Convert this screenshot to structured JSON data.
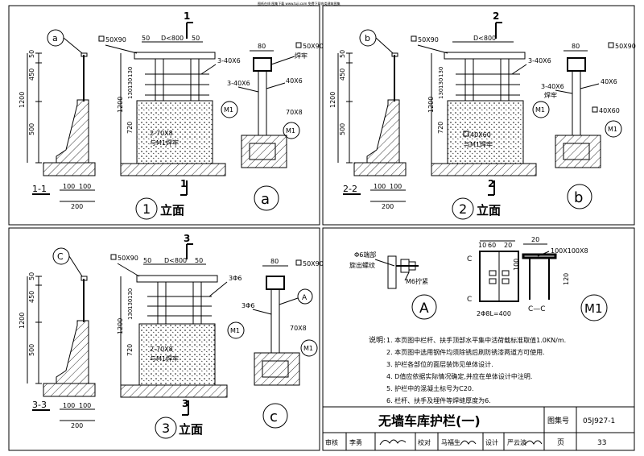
{
  "header_line": "图纸在线 图集下载 www.tuji.com 免费下载各类建筑图集",
  "panels": {
    "p1": {
      "view_label": "1",
      "elev_num": "1",
      "elev_text": "立面",
      "sec_label": "1-1",
      "detail_mark": "a",
      "callout": "a",
      "pipe_top": "50X90",
      "dim_top": [
        "50",
        "D<800",
        "50"
      ],
      "vert_dims": [
        "50",
        "450",
        "1200",
        "500"
      ],
      "rail_h": [
        "130",
        "130",
        "130"
      ],
      "base_h": "720",
      "bot_dims": [
        "100",
        "100"
      ],
      "bot_total": "200",
      "label_top": "3-40X6",
      "label_plate": "2-70X8",
      "label_weld": "与M1焊牢",
      "m1": "M1",
      "sec_w": "80",
      "sec_pipe": "50X90",
      "sec_weld": "焊牢",
      "sec_flat": "3-40X6",
      "sec_w2": "40X6",
      "sec_plate": "70X8",
      "sec_m1": "M1"
    },
    "p2": {
      "view_label": "2",
      "elev_num": "2",
      "elev_text": "立面",
      "sec_label": "2-2",
      "detail_mark": "b",
      "callout": "b",
      "pipe_top": "50X90",
      "dim_top": [
        "D<800"
      ],
      "vert_dims": [
        "50",
        "450",
        "1200",
        "500"
      ],
      "rail_h": [
        "130",
        "130",
        "130"
      ],
      "base_h": "720",
      "bot_dims": [
        "100",
        "100"
      ],
      "bot_total": "200",
      "label_top": "3-40X6",
      "label_post": "40X60",
      "label_weld": "与M1焊牢",
      "m1": "M1",
      "sec_w": "80",
      "sec_pipe": "50X90",
      "sec_flat": "3-40X6",
      "sec_w2": "40X6",
      "sec_weld": "焊牢",
      "sec_post": "40X60",
      "sec_m1": "M1"
    },
    "p3": {
      "view_label": "3",
      "elev_num": "3",
      "elev_text": "立面",
      "sec_label": "3-3",
      "detail_mark": "C",
      "callout": "c",
      "pipe_top": "50X90",
      "dim_top": [
        "50",
        "D<800",
        "50"
      ],
      "vert_dims": [
        "50",
        "450",
        "1200",
        "500"
      ],
      "rail_h": [
        "130",
        "130",
        "130"
      ],
      "base_h": "720",
      "bot_dims": [
        "100",
        "100"
      ],
      "bot_total": "200",
      "label_top": "3Φ6",
      "label_plate": "2-70X8",
      "label_weld": "与M1焊牢",
      "m1": "M1",
      "sec_w": "80",
      "sec_pipe": "50X90",
      "sec_bar": "3Φ6",
      "sec_a": "A",
      "sec_plate": "70X8",
      "sec_m1": "M1"
    },
    "detailA": {
      "label": "A",
      "bar": "Φ6端部",
      "thread": "旋出螺纹",
      "nut": "M6拧紧"
    },
    "detailM1": {
      "label": "M1",
      "dims": [
        "10",
        "60",
        "20"
      ],
      "plate": "100X100X8",
      "h1": "100",
      "h2": "120",
      "cc_top": "C",
      "cc_bot": "C",
      "anchor": "2Φ8L=400",
      "section": "C—C"
    }
  },
  "notes": {
    "lead": "说明:",
    "items": [
      "1. 本页图中栏杆、扶手顶部水平集中活荷载标准取值1.0KN/m.",
      "2. 本页图中选用钢件均须除锈后刷防锈漆两道方可使用.",
      "3. 护栏各部位的面层装饰见单体设计.",
      "4. D值应依据实际情况确定,并应在单体设计中注明.",
      "5. 护栏中的混凝土标号为C20.",
      "6. 栏杆、扶手及埋件等焊缝厚度为6."
    ]
  },
  "title_block": {
    "title": "无墙车库护栏(一)",
    "atlas_label": "图集号",
    "atlas_no": "05J927-1",
    "page_label": "页",
    "page_no": "33",
    "review": "审核",
    "reviewer": "李勇",
    "check": "校对",
    "checker": "马福生",
    "design": "设计",
    "designer": "严云波"
  }
}
